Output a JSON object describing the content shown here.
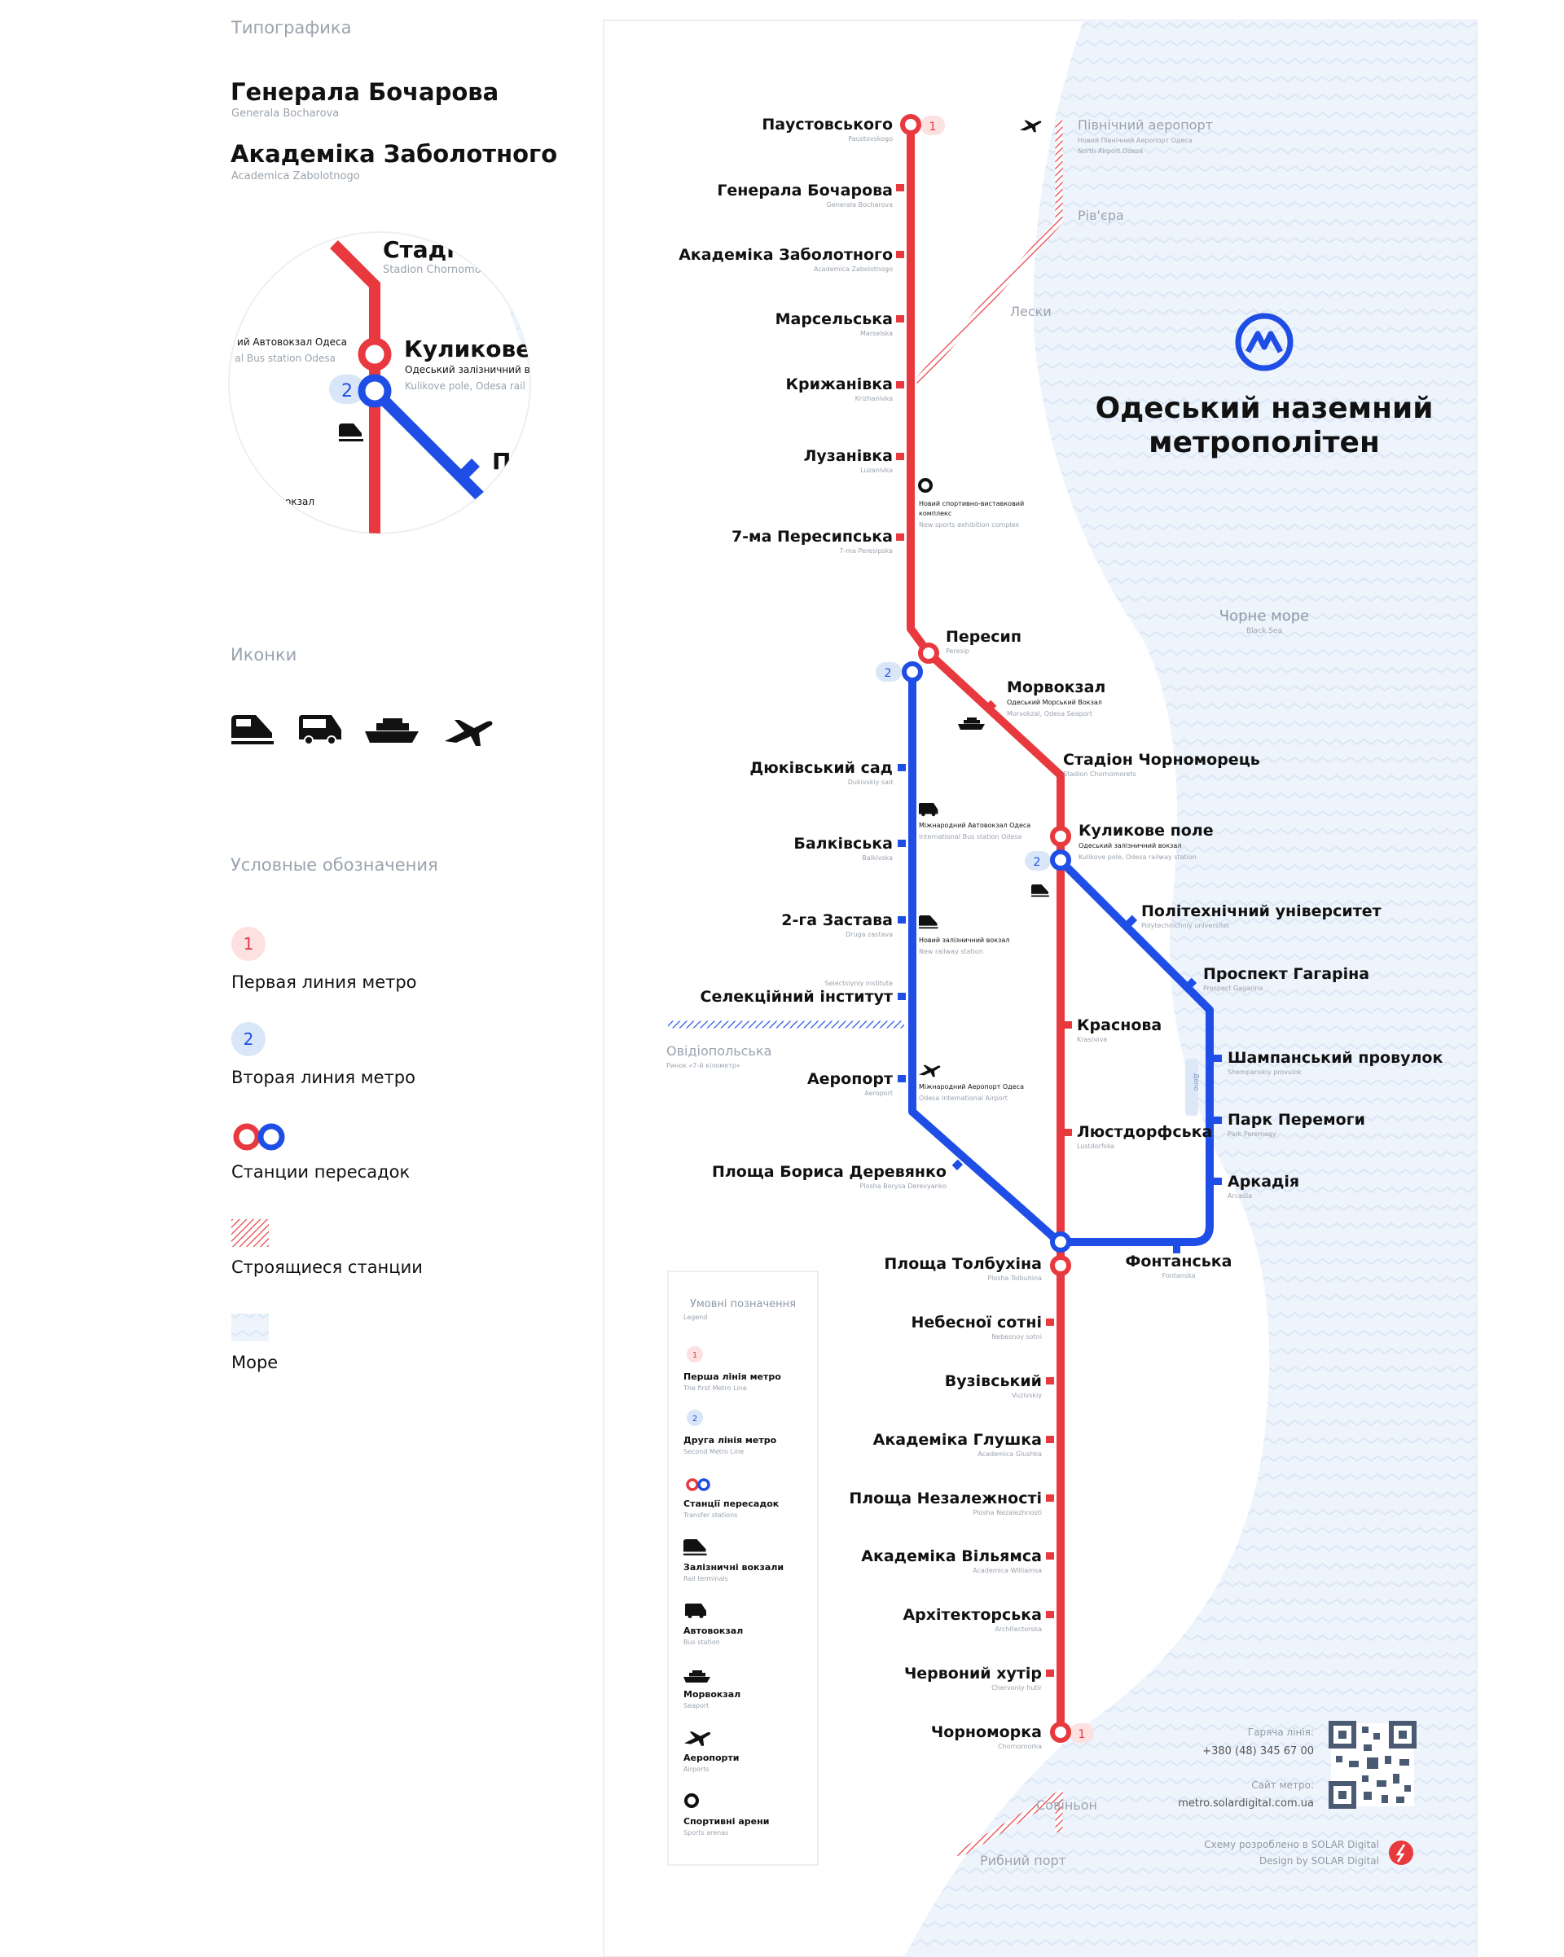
{
  "side_panel": {
    "typography_header": "Типографика",
    "sample_1": {
      "name": "Генерала Бочарова",
      "sub": "Generala Bocharova"
    },
    "sample_2": {
      "name": "Академіка Заболотного",
      "sub": "Academica Zabolotnogo"
    },
    "zoom": {
      "stadium_name": "Стаді",
      "stadium_sub": "Stadion Chornomo",
      "kulykove_name": "Куликове п",
      "kulykove_sub": "Одеський залізничний в",
      "kulykove_sub2": "Kulikove pole, Odesa rail",
      "bus_text": "ий Автовокзал Одеса",
      "bus_text2": "al Bus station Odesa",
      "line2_badge": "2",
      "next_name": "П",
      "bottom_text": "окзал"
    },
    "icons_header": "Иконки",
    "icons": [
      "train-icon",
      "bus-icon",
      "ship-icon",
      "airplane-icon"
    ],
    "legend_header": "Условные обозначения",
    "legend": [
      {
        "badge": "1",
        "label": "Первая линия метро"
      },
      {
        "badge": "2",
        "label": "Вторая линия метро"
      },
      {
        "label": "Станции пересадок"
      },
      {
        "label": "Строящиеся станции"
      },
      {
        "label": "Море"
      }
    ]
  },
  "map": {
    "title_line1": "Одеський наземний",
    "title_line2": "метрополітен",
    "sea_label": "Чорне море",
    "sea_sub": "Black Sea",
    "colors": {
      "line1": "#e8393e",
      "line2": "#1f4ee6",
      "badge1_bg": "#fde0e0",
      "badge2_bg": "#d9e6f7",
      "sea": "#e9f1fb"
    },
    "line1_badge": "1",
    "line2_badge": "2",
    "stations": {
      "paustovskogo": {
        "name": "Паустовського",
        "sub": "Paustovskogo"
      },
      "bocharova": {
        "name": "Генерала Бочарова",
        "sub": "Generala Bocharova"
      },
      "zabolotnogo": {
        "name": "Академіка Заболотного",
        "sub": "Academica Zabolotnogo"
      },
      "marselska": {
        "name": "Марсельська",
        "sub": "Marselska"
      },
      "kryzhanivka": {
        "name": "Крижанівка",
        "sub": "Krizhanivka"
      },
      "luzanivka": {
        "name": "Лузанівка",
        "sub": "Luzanivka"
      },
      "peresypska": {
        "name": "7-ма Пересипська",
        "sub": "7-ma Peresipska"
      },
      "peresyp": {
        "name": "Пересип",
        "sub": "Peresip"
      },
      "morvokzal": {
        "name": "Морвокзал",
        "sub": "Одеський Морський Вокзал",
        "sub2": "Morvokzal, Odesa Seaport"
      },
      "stadion": {
        "name": "Стадіон Чорноморець",
        "sub": "Stadion Chornomorets"
      },
      "kulykove": {
        "name": "Куликове поле",
        "sub": "Одеський залізничний вокзал",
        "sub2": "Kulikove pole, Odesa railway station"
      },
      "dukivskyi": {
        "name": "Дюківський сад",
        "sub": "Dukivskiy sad"
      },
      "balkivska": {
        "name": "Балківська",
        "sub": "Balkivska"
      },
      "zastava": {
        "name": "2-га Застава",
        "sub": "Druga zastava"
      },
      "seleksiynyi": {
        "name": "Селекційний інститут",
        "sub": "Selectsiyniy institute"
      },
      "airport": {
        "name": "Аеропорт",
        "sub": "Aeroport"
      },
      "derevyanko": {
        "name": "Площа Бориса Деревянко",
        "sub": "Plosha Borysa Derevyanko"
      },
      "politekh": {
        "name": "Політехнічний університет",
        "sub": "Polytechnichniy universitet"
      },
      "gagarina": {
        "name": "Проспект Гагаріна",
        "sub": "Prospect Gagarina"
      },
      "krasnova": {
        "name": "Краснова",
        "sub": "Krasnova"
      },
      "shampanskyi": {
        "name": "Шампанський провулок",
        "sub": "Shempanskiy provulok"
      },
      "peremogy": {
        "name": "Парк Перемоги",
        "sub": "Park Peremogy"
      },
      "lustdorfska": {
        "name": "Люстдорфська",
        "sub": "Lustdorfska"
      },
      "arkadia": {
        "name": "Аркадія",
        "sub": "Arcadia"
      },
      "tolbukhina": {
        "name": "Площа Толбухіна",
        "sub": "Plosha Tolbuhina"
      },
      "fontanska": {
        "name": "Фонтанська",
        "sub": "Fontanska"
      },
      "nebesnoi": {
        "name": "Небесної сотні",
        "sub": "Nebesnoy sotni"
      },
      "vuzivskyi": {
        "name": "Вузівський",
        "sub": "Vuzivskiy"
      },
      "glushka": {
        "name": "Академіка Глушка",
        "sub": "Academica Glushka"
      },
      "nezalezhnosti": {
        "name": "Площа Незалежності",
        "sub": "Plosha Nezalezhnosti"
      },
      "vilyamsa": {
        "name": "Академіка Вільямса",
        "sub": "Academica Williamsa"
      },
      "arkhitektorska": {
        "name": "Архітекторська",
        "sub": "Architectorska"
      },
      "khutir": {
        "name": "Червоний хутір",
        "sub": "Chervoniy hutir"
      },
      "chornomorka": {
        "name": "Чорноморка",
        "sub": "Chornomorka"
      }
    },
    "future": {
      "airport_north": {
        "name": "Північний аеропорт",
        "sub": "Новий Північний Аеропорт Одеса",
        "sub2": "North Airport Odesa"
      },
      "rivyera": {
        "name": "Рів'єра"
      },
      "lesky": {
        "name": "Лески"
      },
      "ovidiopol": {
        "name": "Овідіопольська",
        "sub": "Ринок «7-й кілометр»"
      },
      "sovinyon": {
        "name": "Совіньон"
      },
      "rybnyi": {
        "name": "Рибний порт"
      }
    },
    "pois": {
      "sports": {
        "line1": "Новий спортивно-виставковий",
        "line2": "комплекс",
        "sub": "New sports exhibition complex"
      },
      "bus": {
        "line1": "Міжнародний Автовокзал Одеса",
        "sub": "International Bus station Odesa"
      },
      "rail": {
        "line1": "Новий залізничний вокзал",
        "sub": "New railway station"
      },
      "airport": {
        "line1": "Міжнародний Аеропорт Одеса",
        "sub": "Odesa International Airport"
      },
      "depot": "Депо"
    },
    "legend": {
      "title": "Умовні позначення",
      "title_sub": "Legend",
      "items": [
        {
          "badge": "1",
          "label": "Перша лінія метро",
          "sub": "The first Metro Line"
        },
        {
          "badge": "2",
          "label": "Друга лінія метро",
          "sub": "Second Metro Line"
        },
        {
          "label": "Станції пересадок",
          "sub": "Transfer stations"
        },
        {
          "label": "Залізничні вокзали",
          "sub": "Rail terminals"
        },
        {
          "label": "Автовокзал",
          "sub": "Bus station"
        },
        {
          "label": "Морвокзал",
          "sub": "Seaport"
        },
        {
          "label": "Аеропорти",
          "sub": "Airports"
        },
        {
          "label": "Спортивні арени",
          "sub": "Sports arenas"
        }
      ]
    },
    "contact": {
      "hotline_label": "Гаряча лінія:",
      "hotline": "+380 (48) 345 67 00",
      "site_label": "Сайт метро:",
      "site": "metro.solardigital.com.ua",
      "credit_ua": "Схему розроблено в SOLAR Digital",
      "credit_en": "Design by SOLAR Digital"
    }
  }
}
